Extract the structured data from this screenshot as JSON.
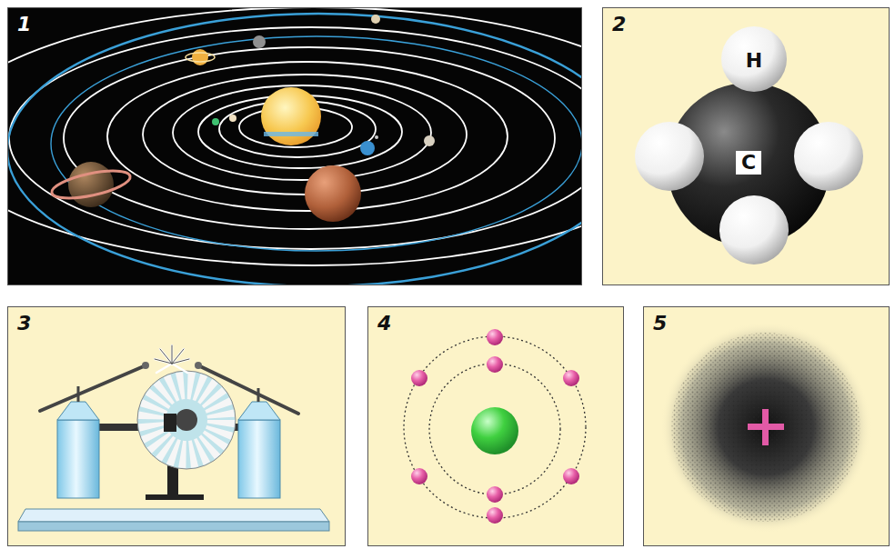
{
  "diagram": {
    "nodes": [
      {
        "text": [
          "1"
        ]
      },
      {
        "text": [
          "2"
        ]
      },
      {
        "text": [
          "H"
        ],
        "in": 1
      },
      {
        "text": [
          "C"
        ],
        "in": 1
      },
      {
        "text": [
          "3"
        ]
      },
      {
        "text": [
          "4"
        ]
      },
      {
        "text": [
          "5"
        ]
      }
    ]
  }
}
